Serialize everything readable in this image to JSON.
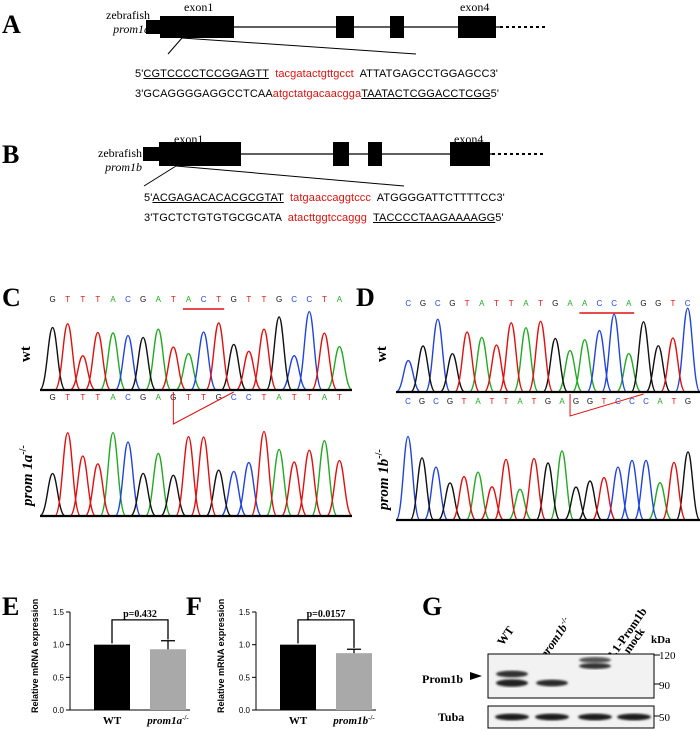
{
  "panels": {
    "A": "A",
    "B": "B",
    "C": "C",
    "D": "D",
    "E": "E",
    "F": "F",
    "G": "G"
  },
  "panel_a": {
    "gene_line1": "zebrafish",
    "gene_line2": "prom1a",
    "exon1": "exon1",
    "exon4": "exon4",
    "seq1_prefix": "5'",
    "seq1_target": "CGTCCCCTCCGGAGTT",
    "seq1_red": "tacgatactgttgcct",
    "seq1_rest": "ATTATGAGCCTGGAGCC3'",
    "seq2_prefix": "3'GCAGGGGAGGCCTCAA",
    "seq2_red": "atgctatgacaacgga",
    "seq2_target": "TAATACTCGGACCTCGG",
    "seq2_suffix": "5'"
  },
  "panel_b": {
    "gene_line1": "zebrafish",
    "gene_line2": "prom1b",
    "exon1": "exon1",
    "exon4": "exon4",
    "seq1_prefix": "5'",
    "seq1_target": "ACGAGACACACGCGTAT",
    "seq1_red": "tatgaaccaggtccc",
    "seq1_rest": "ATGGGGATTCTTTTCC3'",
    "seq2_prefix": "3'TGCTCTGTGTGCGCATA",
    "seq2_red": "atacttggtccaggg",
    "seq2_target": "TACCCCTAAGAAAAGG",
    "seq2_suffix": "5'"
  },
  "panel_c": {
    "wt_label": "wt",
    "mut_label": "prom 1a",
    "mut_sup": "-/-",
    "wt_bases": [
      "G",
      "T",
      "T",
      "T",
      "A",
      "C",
      "G",
      "A",
      "T",
      "A",
      "C",
      "T",
      "G",
      "T",
      "T",
      "G",
      "C",
      "C",
      "T",
      "A"
    ],
    "mut_bases": [
      "G",
      "T",
      "T",
      "T",
      "A",
      "C",
      "G",
      "A",
      "G",
      "T",
      "T",
      "G",
      "C",
      "C",
      "T",
      "A",
      "T",
      "T",
      "A",
      "T"
    ]
  },
  "panel_d": {
    "wt_label": "wt",
    "mut_label": "prom 1b",
    "mut_sup": "-/-",
    "wt_bases": [
      "C",
      "G",
      "C",
      "G",
      "T",
      "A",
      "T",
      "T",
      "A",
      "T",
      "G",
      "A",
      "A",
      "C",
      "C",
      "A",
      "G",
      "G",
      "T",
      "C"
    ],
    "mut_bases": [
      "C",
      "G",
      "C",
      "G",
      "T",
      "A",
      "T",
      "T",
      "A",
      "T",
      "G",
      "A",
      "G",
      "G",
      "T",
      "C",
      "C",
      "C",
      "A",
      "T",
      "G"
    ]
  },
  "base_colors": {
    "A": "#22aa22",
    "C": "#2244dd",
    "G": "#111111",
    "T": "#e01010"
  },
  "chart_data": [
    {
      "type": "bar",
      "categories": [
        "WT",
        "prom1a-/-"
      ],
      "values": [
        1.0,
        0.93
      ],
      "errors": [
        0.0,
        0.13
      ],
      "colors": [
        "#000000",
        "#a9a9a9"
      ],
      "ylabel": "Relative mRNA expression",
      "ylim": [
        0,
        1.5
      ],
      "yticks": [
        "0.0",
        "0.5",
        "1.0",
        "1.5"
      ],
      "annotation": "p=0.432",
      "xlabels": [
        "WT",
        "prom1a"
      ],
      "xlabel_sup": "-/-"
    },
    {
      "type": "bar",
      "categories": [
        "WT",
        "prom1b-/-"
      ],
      "values": [
        1.0,
        0.87
      ],
      "errors": [
        0.0,
        0.06
      ],
      "colors": [
        "#000000",
        "#a9a9a9"
      ],
      "ylabel": "Relative mRNA expression",
      "ylim": [
        0,
        1.5
      ],
      "yticks": [
        "0.0",
        "0.5",
        "1.0",
        "1.5"
      ],
      "annotation": "p=0.0157",
      "xlabels": [
        "WT",
        "prom1b"
      ],
      "xlabel_sup": "-/-"
    }
  ],
  "panel_g": {
    "lanes": [
      "WT",
      "prom1b",
      "pCDNA3.1-Prom1b",
      "mock"
    ],
    "lane2_sup": "-/-",
    "kda": "kDa",
    "markers_top": [
      "120",
      "90"
    ],
    "marker_bottom": "50",
    "row1": "Prom1b",
    "row2": "Tuba"
  }
}
